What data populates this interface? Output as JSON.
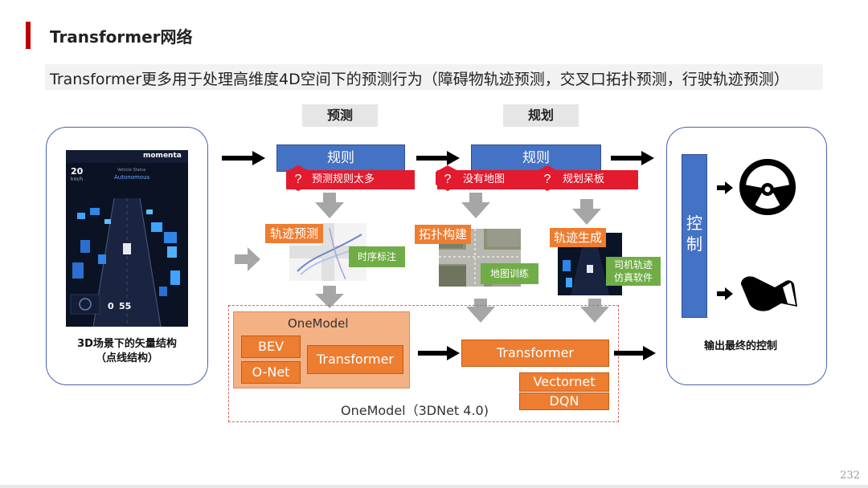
{
  "title": "Transformer网络",
  "subtitle": "Transformer更多用于处理高维度4D空间下的预测行为（障碍物轨迹预测，交叉口拓扑预测，行驶轨迹预测）",
  "sections": {
    "predict": "预测",
    "plan": "规划"
  },
  "phone": {
    "brand": "momenta",
    "speed_value": "20",
    "speed_unit": "km/h",
    "status_title": "Vehicle Status",
    "status_value": "Autonomous",
    "bottom_left": "0",
    "bottom_right": "55",
    "caption_line1": "3D场景下的矢量结构",
    "caption_line2": "（点线结构）"
  },
  "predict_column": {
    "rule": "规则",
    "problem": "预测规则太多",
    "method": "轨迹预测",
    "tag": "时序标注"
  },
  "plan_left": {
    "rule": "规则",
    "problem": "没有地图",
    "method": "拓扑构建",
    "tag": "地图训练"
  },
  "plan_right": {
    "problem": "规划呆板",
    "method": "轨迹生成",
    "tag_line1": "司机轨迹",
    "tag_line2": "仿真软件"
  },
  "onemodel": {
    "inner_title": "OneModel",
    "bev": "BEV",
    "onet": "O-Net",
    "transformer": "Transformer",
    "outer_label": "OneModel（3DNet 4.0)"
  },
  "pipeline": {
    "transformer": "Transformer",
    "vectornet": "Vectornet",
    "dqn": "DQN"
  },
  "control": {
    "bar_line1": "控",
    "bar_line2": "制",
    "caption": "输出最终的控制",
    "steering_icon": "steering-wheel-icon",
    "pedal_icon": "pedal-icon"
  },
  "colors": {
    "accent_red": "#c00000",
    "blue": "#4472c4",
    "orange": "#ed7d31",
    "green": "#70ad47",
    "alert_red": "#e21b2e"
  },
  "page_number": "232"
}
